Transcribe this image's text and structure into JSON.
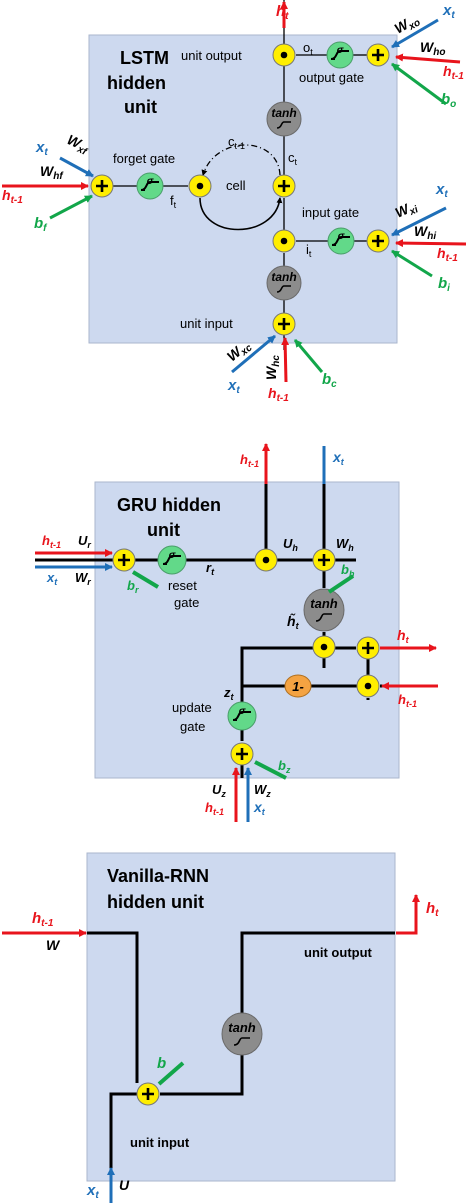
{
  "lstm": {
    "title_line1": "LSTM",
    "title_line2": "hidden",
    "title_line3": "unit",
    "unit_output": "unit output",
    "output_gate": "output gate",
    "forget_gate": "forget gate",
    "cell": "cell",
    "input_gate": "input gate",
    "unit_input": "unit input",
    "tanh": "tanh",
    "sigma": "σ",
    "o_t": "o",
    "f_t": "f",
    "i_t": "i",
    "c_t": "c",
    "c_t_1": "c",
    "sub_t": "t",
    "sub_t_1": "t-1",
    "h_t": "h",
    "h_t_1": "h",
    "x_t": "x",
    "W_xo": "W",
    "W_ho": "W",
    "b_o": "b",
    "W_xf": "W",
    "W_hf": "W",
    "b_f": "b",
    "W_xi": "W",
    "W_hi": "W",
    "b_i": "b",
    "W_xc": "W",
    "W_hc": "W",
    "b_c": "b",
    "sub_xo": "xo",
    "sub_ho": "ho",
    "sub_o": "o",
    "sub_xf": "xf",
    "sub_hf": "hf",
    "sub_f": "f",
    "sub_xi": "xi",
    "sub_hi": "hi",
    "sub_i": "i",
    "sub_xc": "xc",
    "sub_hc": "hc",
    "sub_c": "c"
  },
  "gru": {
    "title_line1": "GRU hidden",
    "title_line2": "unit",
    "reset_gate_1": "reset",
    "reset_gate_2": "gate",
    "update_gate_1": "update",
    "update_gate_2": "gate",
    "one_minus": "1-",
    "tanh": "tanh",
    "sigma": "σ",
    "h": "h",
    "x": "x",
    "U": "U",
    "W": "W",
    "b": "b",
    "r": "r",
    "z": "z",
    "sub_t": "t",
    "sub_t_1": "t-1",
    "sub_r": "r",
    "sub_h": "h",
    "sub_z": "z",
    "h_tilde": "h̃"
  },
  "rnn": {
    "title_line1": "Vanilla-RNN",
    "title_line2": "hidden unit",
    "unit_output": "unit output",
    "unit_input": "unit input",
    "tanh": "tanh",
    "h": "h",
    "x": "x",
    "W": "W",
    "U": "U",
    "b": "b",
    "sub_t": "t",
    "sub_t_1": "t-1"
  },
  "colors": {
    "panel": "#cdd9ef",
    "panel_border": "#aab6cc",
    "op_fill": "#ffee00",
    "sigmoid_fill": "#62d989",
    "tanh_fill": "#8c8c8c",
    "one_minus_fill": "#f4a342",
    "red": "#e8141c",
    "blue": "#1f6fb8",
    "green": "#12a64a"
  }
}
